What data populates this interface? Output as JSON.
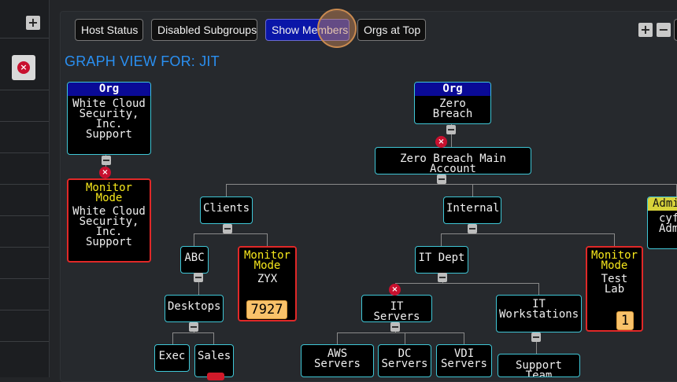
{
  "toolbar": {
    "buttons": [
      {
        "label": "Host Status",
        "active": false
      },
      {
        "label": "Disabled Subgroups",
        "active": false
      },
      {
        "label": "Show Members",
        "active": true
      },
      {
        "label": "Orgs at Top",
        "active": false
      }
    ],
    "expand_label": "+",
    "collapse_label": "−"
  },
  "left_panel": {
    "add_label": "+",
    "close_label": "×"
  },
  "graph": {
    "title": "GRAPH VIEW FOR: JIT",
    "nodes": {
      "org_wcs": {
        "header": "Org",
        "text": "White Cloud\nSecurity,\nInc.\nSupport"
      },
      "monitor_wcs": {
        "header": "Monitor\nMode",
        "text": "White Cloud\nSecurity,\nInc.\nSupport"
      },
      "org_zb": {
        "header": "Org",
        "text": "Zero Breach"
      },
      "zb_main": {
        "text": "Zero Breach Main Account"
      },
      "clients": {
        "text": "Clients"
      },
      "internal": {
        "text": "Internal"
      },
      "admin": {
        "header": "Admi",
        "text": "cyf\nAdmi"
      },
      "abc": {
        "text": "ABC"
      },
      "zyx": {
        "header": "Monitor\nMode",
        "text": "ZYX",
        "badge": "7927"
      },
      "it_dept": {
        "text": "IT Dept"
      },
      "test_lab": {
        "header": "Monitor\nMode",
        "text": "Test\nLab",
        "badge": "1"
      },
      "desktops": {
        "text": "Desktops"
      },
      "it_servers": {
        "text": "IT Servers"
      },
      "it_workstations": {
        "text": "IT\nWorkstations"
      },
      "exec": {
        "text": "Exec"
      },
      "sales": {
        "text": "Sales"
      },
      "aws": {
        "text": "AWS\nServers"
      },
      "dc": {
        "text": "DC\nServers"
      },
      "vdi": {
        "text": "VDI\nServers"
      },
      "support_team": {
        "text": "Support Team"
      }
    },
    "colors": {
      "accent": "#2a8ff0",
      "org_header": "#0a0a96",
      "monitor_text": "#f7e81c",
      "node_border": "#3fc6d6",
      "monitor_border": "#e02828",
      "badge": "#f9c26a"
    }
  }
}
